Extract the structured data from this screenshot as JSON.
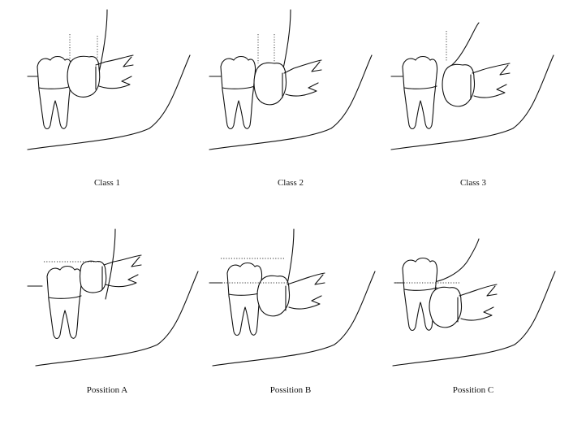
{
  "panels": [
    {
      "id": "class-1",
      "caption": "Class 1"
    },
    {
      "id": "class-2",
      "caption": "Class 2"
    },
    {
      "id": "class-3",
      "caption": "Class 3"
    },
    {
      "id": "position-a",
      "caption": "Possition A"
    },
    {
      "id": "position-b",
      "caption": "Possition B"
    },
    {
      "id": "position-c",
      "caption": "Possition C"
    }
  ]
}
